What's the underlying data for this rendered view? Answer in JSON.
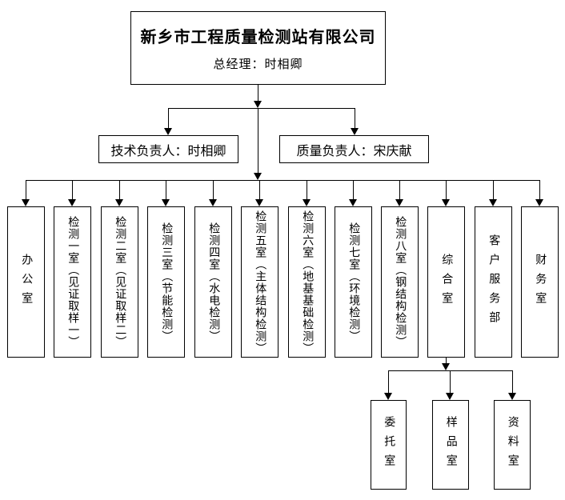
{
  "org_chart": {
    "root": {
      "company": "新乡市工程质量检测站有限公司",
      "manager": "总经理：时相卿"
    },
    "level2": [
      {
        "label": "技术负责人：时相卿"
      },
      {
        "label": "质量负责人：宋庆献"
      }
    ],
    "departments": [
      {
        "label": "办公室"
      },
      {
        "label": "检测一室（见证取样一）"
      },
      {
        "label": "检测二室（见证取样二）"
      },
      {
        "label": "检测三室（节能检测）"
      },
      {
        "label": "检测四室（水电检测）"
      },
      {
        "label": "检测五室（主体结构检测）"
      },
      {
        "label": "检测六室（地基基础检测）"
      },
      {
        "label": "检测七室（环境检测）"
      },
      {
        "label": "检测八室（钢结构检测）"
      },
      {
        "label": "综合室"
      },
      {
        "label": "客户服务部"
      },
      {
        "label": "财务室"
      }
    ],
    "sub_departments": [
      {
        "label": "委托室"
      },
      {
        "label": "样品室"
      },
      {
        "label": "资料室"
      }
    ],
    "colors": {
      "line": "#000000",
      "border": "#000000",
      "background": "#ffffff",
      "text": "#000000"
    }
  }
}
